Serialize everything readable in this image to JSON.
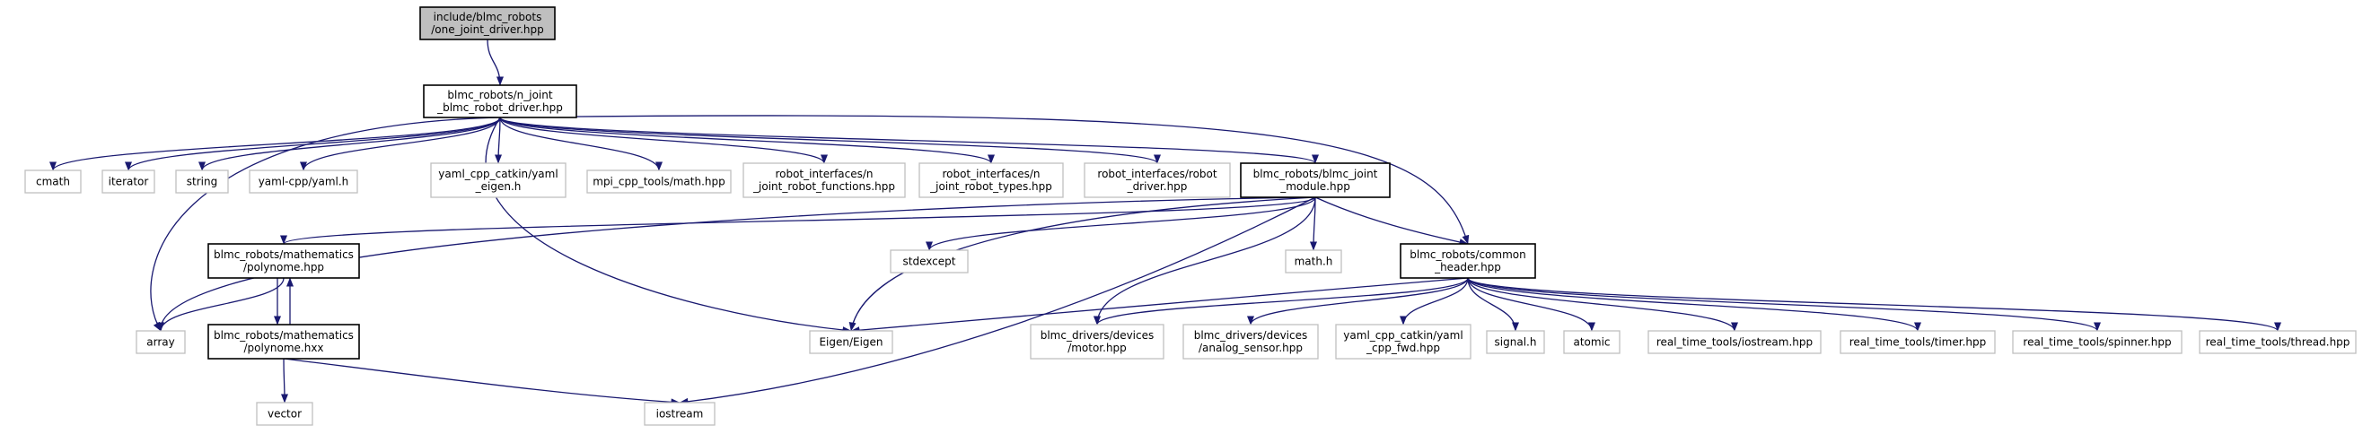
{
  "graph": {
    "edge_color": "#191970",
    "nodes": [
      {
        "id": "root",
        "kind": "root",
        "lines": [
          "include/blmc_robots",
          "/one_joint_driver.hpp"
        ]
      },
      {
        "id": "njoint",
        "kind": "main",
        "lines": [
          "blmc_robots/n_joint",
          "_blmc_robot_driver.hpp"
        ]
      },
      {
        "id": "cmath",
        "kind": "ext",
        "lines": [
          "cmath"
        ]
      },
      {
        "id": "iterator",
        "kind": "ext",
        "lines": [
          "iterator"
        ]
      },
      {
        "id": "string",
        "kind": "ext",
        "lines": [
          "string"
        ]
      },
      {
        "id": "yamlcpp",
        "kind": "ext",
        "lines": [
          "yaml-cpp/yaml.h"
        ]
      },
      {
        "id": "yamleigen",
        "kind": "ext",
        "lines": [
          "yaml_cpp_catkin/yaml",
          "_eigen.h"
        ]
      },
      {
        "id": "mpimath",
        "kind": "ext",
        "lines": [
          "mpi_cpp_tools/math.hpp"
        ]
      },
      {
        "id": "rifunctions",
        "kind": "ext",
        "lines": [
          "robot_interfaces/n",
          "_joint_robot_functions.hpp"
        ]
      },
      {
        "id": "ritypes",
        "kind": "ext",
        "lines": [
          "robot_interfaces/n",
          "_joint_robot_types.hpp"
        ]
      },
      {
        "id": "ridriver",
        "kind": "ext",
        "lines": [
          "robot_interfaces/robot",
          "_driver.hpp"
        ]
      },
      {
        "id": "jointmodule",
        "kind": "main",
        "lines": [
          "blmc_robots/blmc_joint",
          "_module.hpp"
        ]
      },
      {
        "id": "polyhpp",
        "kind": "main",
        "lines": [
          "blmc_robots/mathematics",
          "/polynome.hpp"
        ]
      },
      {
        "id": "stdexcept",
        "kind": "ext",
        "lines": [
          "stdexcept"
        ]
      },
      {
        "id": "mathh",
        "kind": "ext",
        "lines": [
          "math.h"
        ]
      },
      {
        "id": "common",
        "kind": "main",
        "lines": [
          "blmc_robots/common",
          "_header.hpp"
        ]
      },
      {
        "id": "array",
        "kind": "ext",
        "lines": [
          "array"
        ]
      },
      {
        "id": "polyhxx",
        "kind": "main",
        "lines": [
          "blmc_robots/mathematics",
          "/polynome.hxx"
        ]
      },
      {
        "id": "eigen",
        "kind": "ext",
        "lines": [
          "Eigen/Eigen"
        ]
      },
      {
        "id": "motor",
        "kind": "ext",
        "lines": [
          "blmc_drivers/devices",
          "/motor.hpp"
        ]
      },
      {
        "id": "analog",
        "kind": "ext",
        "lines": [
          "blmc_drivers/devices",
          "/analog_sensor.hpp"
        ]
      },
      {
        "id": "yamlfwd",
        "kind": "ext",
        "lines": [
          "yaml_cpp_catkin/yaml",
          "_cpp_fwd.hpp"
        ]
      },
      {
        "id": "signal",
        "kind": "ext",
        "lines": [
          "signal.h"
        ]
      },
      {
        "id": "atomic",
        "kind": "ext",
        "lines": [
          "atomic"
        ]
      },
      {
        "id": "rtiostream",
        "kind": "ext",
        "lines": [
          "real_time_tools/iostream.hpp"
        ]
      },
      {
        "id": "rttimer",
        "kind": "ext",
        "lines": [
          "real_time_tools/timer.hpp"
        ]
      },
      {
        "id": "rtspinner",
        "kind": "ext",
        "lines": [
          "real_time_tools/spinner.hpp"
        ]
      },
      {
        "id": "rtthread",
        "kind": "ext",
        "lines": [
          "real_time_tools/thread.hpp"
        ]
      },
      {
        "id": "vector",
        "kind": "ext",
        "lines": [
          "vector"
        ]
      },
      {
        "id": "iostream",
        "kind": "ext",
        "lines": [
          "iostream"
        ]
      }
    ],
    "edges": [
      [
        "root",
        "njoint"
      ],
      [
        "njoint",
        "cmath"
      ],
      [
        "njoint",
        "iterator"
      ],
      [
        "njoint",
        "string"
      ],
      [
        "njoint",
        "yamlcpp"
      ],
      [
        "njoint",
        "yamleigen"
      ],
      [
        "njoint",
        "mpimath"
      ],
      [
        "njoint",
        "rifunctions"
      ],
      [
        "njoint",
        "ritypes"
      ],
      [
        "njoint",
        "ridriver"
      ],
      [
        "njoint",
        "jointmodule"
      ],
      [
        "njoint",
        "common"
      ],
      [
        "njoint",
        "array"
      ],
      [
        "njoint",
        "eigen"
      ],
      [
        "jointmodule",
        "polyhpp"
      ],
      [
        "jointmodule",
        "stdexcept"
      ],
      [
        "jointmodule",
        "mathh"
      ],
      [
        "jointmodule",
        "common"
      ],
      [
        "jointmodule",
        "array"
      ],
      [
        "jointmodule",
        "eigen"
      ],
      [
        "jointmodule",
        "motor"
      ],
      [
        "jointmodule",
        "iostream"
      ],
      [
        "polyhpp",
        "array"
      ],
      [
        "polyhpp",
        "polyhxx"
      ],
      [
        "polyhxx",
        "polyhpp"
      ],
      [
        "polyhxx",
        "vector"
      ],
      [
        "polyhxx",
        "iostream"
      ],
      [
        "common",
        "eigen"
      ],
      [
        "common",
        "motor"
      ],
      [
        "common",
        "analog"
      ],
      [
        "common",
        "yamlfwd"
      ],
      [
        "common",
        "signal"
      ],
      [
        "common",
        "atomic"
      ],
      [
        "common",
        "rtiostream"
      ],
      [
        "common",
        "rttimer"
      ],
      [
        "common",
        "rtspinner"
      ],
      [
        "common",
        "rtthread"
      ]
    ]
  }
}
